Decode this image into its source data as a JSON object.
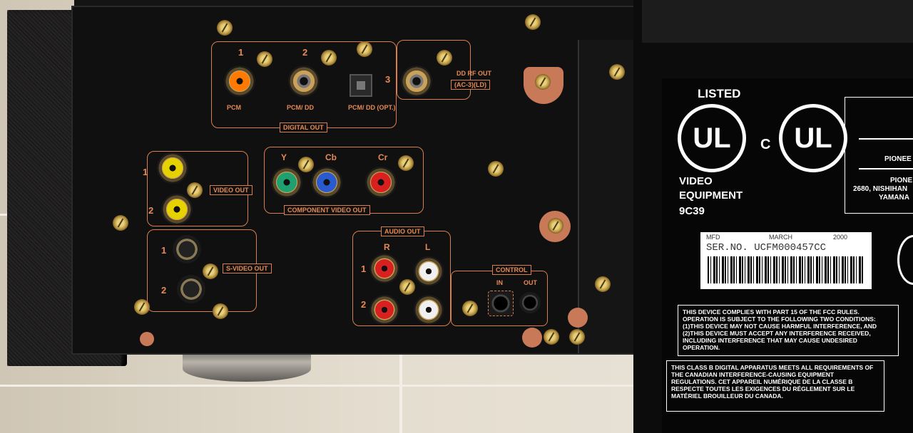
{
  "digital_out": {
    "label": "DIGITAL OUT",
    "jack_numbers": [
      "1",
      "2",
      "3"
    ],
    "jack_labels": [
      "PCM",
      "PCM/ DD",
      "PCM/ DD (OPT.)"
    ],
    "rf_out_label_line1": "DD RF OUT",
    "rf_out_label_line2": "(AC-3)(LD)"
  },
  "video_out": {
    "label": "VIDEO OUT",
    "jack_numbers": [
      "1",
      "2"
    ]
  },
  "component_video_out": {
    "label": "COMPONENT VIDEO OUT",
    "channels": [
      "Y",
      "Cb",
      "Cr"
    ]
  },
  "s_video_out": {
    "label": "S-VIDEO OUT",
    "jack_numbers": [
      "1",
      "2"
    ]
  },
  "audio_out": {
    "label": "AUDIO OUT",
    "channels": [
      "R",
      "L"
    ],
    "row_numbers": [
      "1",
      "2"
    ]
  },
  "control": {
    "label": "CONTROL",
    "ports": [
      "IN",
      "OUT"
    ]
  },
  "certification": {
    "listed": "LISTED",
    "ul_mark": "UL",
    "c_mark": "C",
    "category_line1": "VIDEO",
    "category_line2": "EQUIPMENT",
    "code": "9C39"
  },
  "manufacturer": {
    "name": "PIONEE",
    "name2": "PIONE",
    "address_line1": "2680, NISHIHAN",
    "address_line2": "YAMANA"
  },
  "barcode": {
    "mfd_label": "MFD",
    "month": "MARCH",
    "year": "2000",
    "serial": "SER.NO. UCFM000457CC"
  },
  "notices": {
    "fcc": "THIS DEVICE COMPLIES WITH PART 15 OF THE FCC RULES. OPERATION IS SUBJECT TO THE FOLLOWING TWO CONDITIONS: (1)THIS DEVICE MAY NOT CAUSE HARMFUL INTERFERENCE, AND (2)THIS DEVICE MUST ACCEPT ANY INTERFERENCE RECEIVED, INCLUDING INTERFERENCE THAT MAY CAUSE UNDESIRED OPERATION.",
    "canada": "THIS CLASS B DIGITAL APPARATUS MEETS ALL REQUIREMENTS OF THE CANADIAN INTERFERENCE-CAUSING EQUIPMENT REGULATIONS. CET APPAREIL NUMÉRIQUE DE LA CLASSE B RESPECTE TOUTES LES EXIGENCES DU RÉGLEMENT SUR LE MATÉRIEL BROUILLEUR DU CANADA."
  },
  "colors": {
    "panel_black": "#101010",
    "silkscreen_orange": "#e58a55",
    "jack_video_yellow": "#e6d200",
    "jack_coax_orange": "#ff7a00",
    "jack_green": "#1fa070",
    "jack_blue": "#2a5ad0",
    "jack_red": "#d82020",
    "jack_white": "#f0f0f0"
  }
}
